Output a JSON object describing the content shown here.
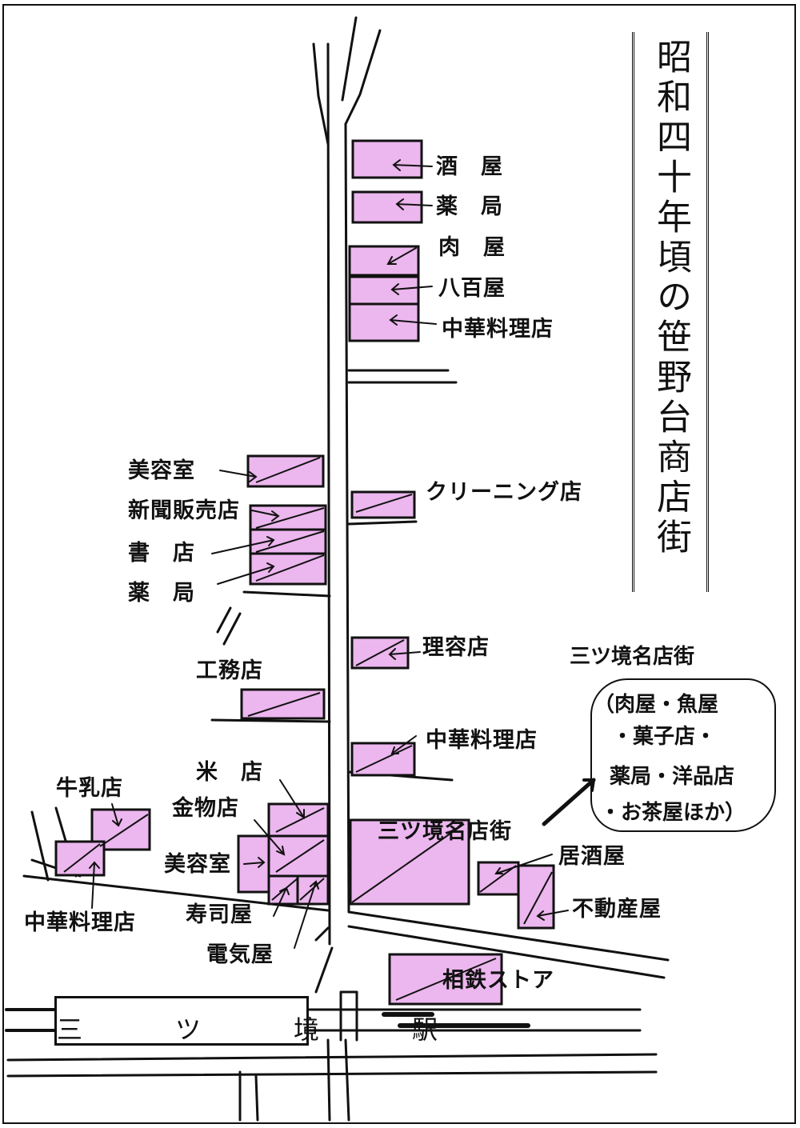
{
  "title": "昭和四十年頃の笹野台商店街",
  "station": "三　ツ　境　駅",
  "district": {
    "heading": "三ツ境名店街",
    "items": [
      "（肉屋・魚屋",
      "・菓子店・",
      "薬局・洋品店",
      "・お茶屋ほか）"
    ]
  },
  "shops": {
    "right": [
      "酒　屋",
      "薬　局",
      "肉　屋",
      "八百屋",
      "中華料理店",
      "クリーニング店",
      "理容店",
      "中華料理店",
      "三ツ境名店街",
      "居酒屋",
      "不動産屋",
      "相鉄ストア"
    ],
    "left": [
      "美容室",
      "新聞販売店",
      "書　店",
      "薬　局",
      "工務店",
      "米　店",
      "金物店",
      "美容室",
      "寿司屋",
      "電気屋",
      "牛乳店",
      "中華料理店"
    ]
  },
  "colors": {
    "shop_fill": "#ecb6ee",
    "ink": "#111111",
    "paper": "#ffffff"
  }
}
